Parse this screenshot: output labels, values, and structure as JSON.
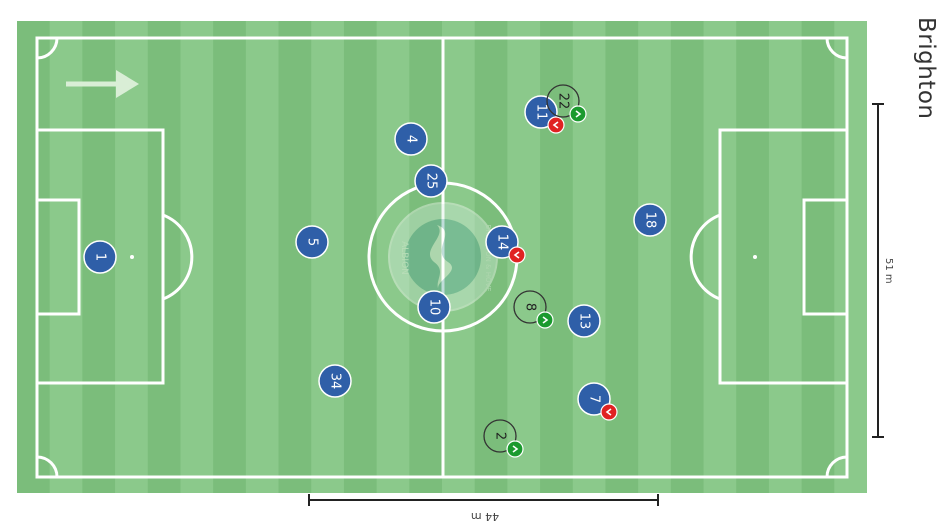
{
  "team": {
    "name": "Brighton"
  },
  "badge": {
    "text_left": "ALBION",
    "text_right": "BRIGHTON & HOVE"
  },
  "dimensions": {
    "width_label": "51 m",
    "length_label": "44 m"
  },
  "colors": {
    "pitch_light": "#8bc98b",
    "pitch_dark": "#7bbd7b",
    "lines": "#ffffff",
    "player": "#2f5fa8",
    "sub_on": "#1b9a2e",
    "sub_off": "#e02222"
  },
  "players": [
    {
      "number": "1",
      "role": "on-pitch"
    },
    {
      "number": "5",
      "role": "on-pitch"
    },
    {
      "number": "34",
      "role": "on-pitch"
    },
    {
      "number": "4",
      "role": "on-pitch"
    },
    {
      "number": "25",
      "role": "on-pitch"
    },
    {
      "number": "10",
      "role": "on-pitch"
    },
    {
      "number": "14",
      "role": "subbed-off"
    },
    {
      "number": "11",
      "role": "subbed-off"
    },
    {
      "number": "18",
      "role": "on-pitch"
    },
    {
      "number": "13",
      "role": "on-pitch"
    },
    {
      "number": "7",
      "role": "subbed-off"
    },
    {
      "number": "22",
      "role": "subbed-on"
    },
    {
      "number": "8",
      "role": "subbed-on"
    },
    {
      "number": "2",
      "role": "subbed-on"
    }
  ]
}
